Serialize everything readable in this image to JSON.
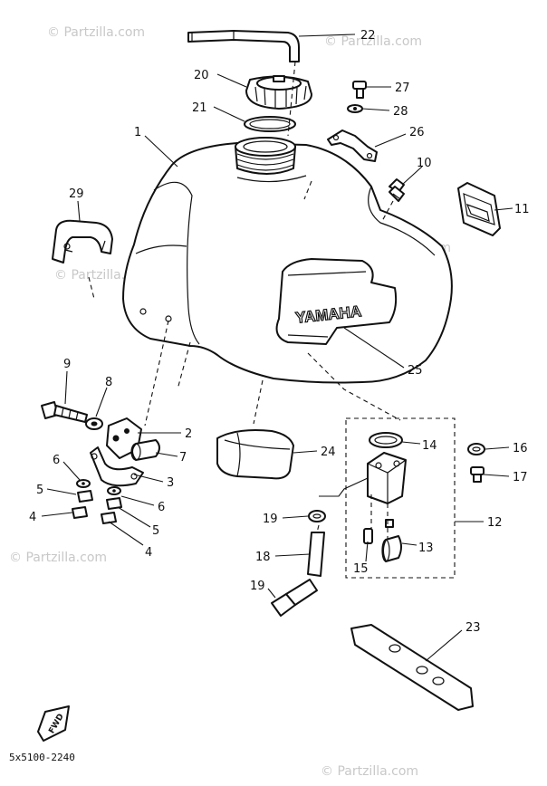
{
  "watermark": "© Partzilla.com",
  "diagram_code": "5x5100-2240",
  "tank_logo": "YAMAHA",
  "fwd_mark": "FWD",
  "callouts": {
    "c1": "1",
    "c2": "2",
    "c3": "3",
    "c4a": "4",
    "c4b": "4",
    "c5a": "5",
    "c5b": "5",
    "c6a": "6",
    "c6b": "6",
    "c7": "7",
    "c8": "8",
    "c9": "9",
    "c10": "10",
    "c11": "11",
    "c12": "12",
    "c13": "13",
    "c14": "14",
    "c15": "15",
    "c16": "16",
    "c17": "17",
    "c18": "18",
    "c19a": "19",
    "c19b": "19",
    "c20": "20",
    "c21": "21",
    "c22": "22",
    "c23": "23",
    "c24": "24",
    "c25": "25",
    "c26": "26",
    "c27": "27",
    "c28": "28",
    "c29": "29"
  }
}
